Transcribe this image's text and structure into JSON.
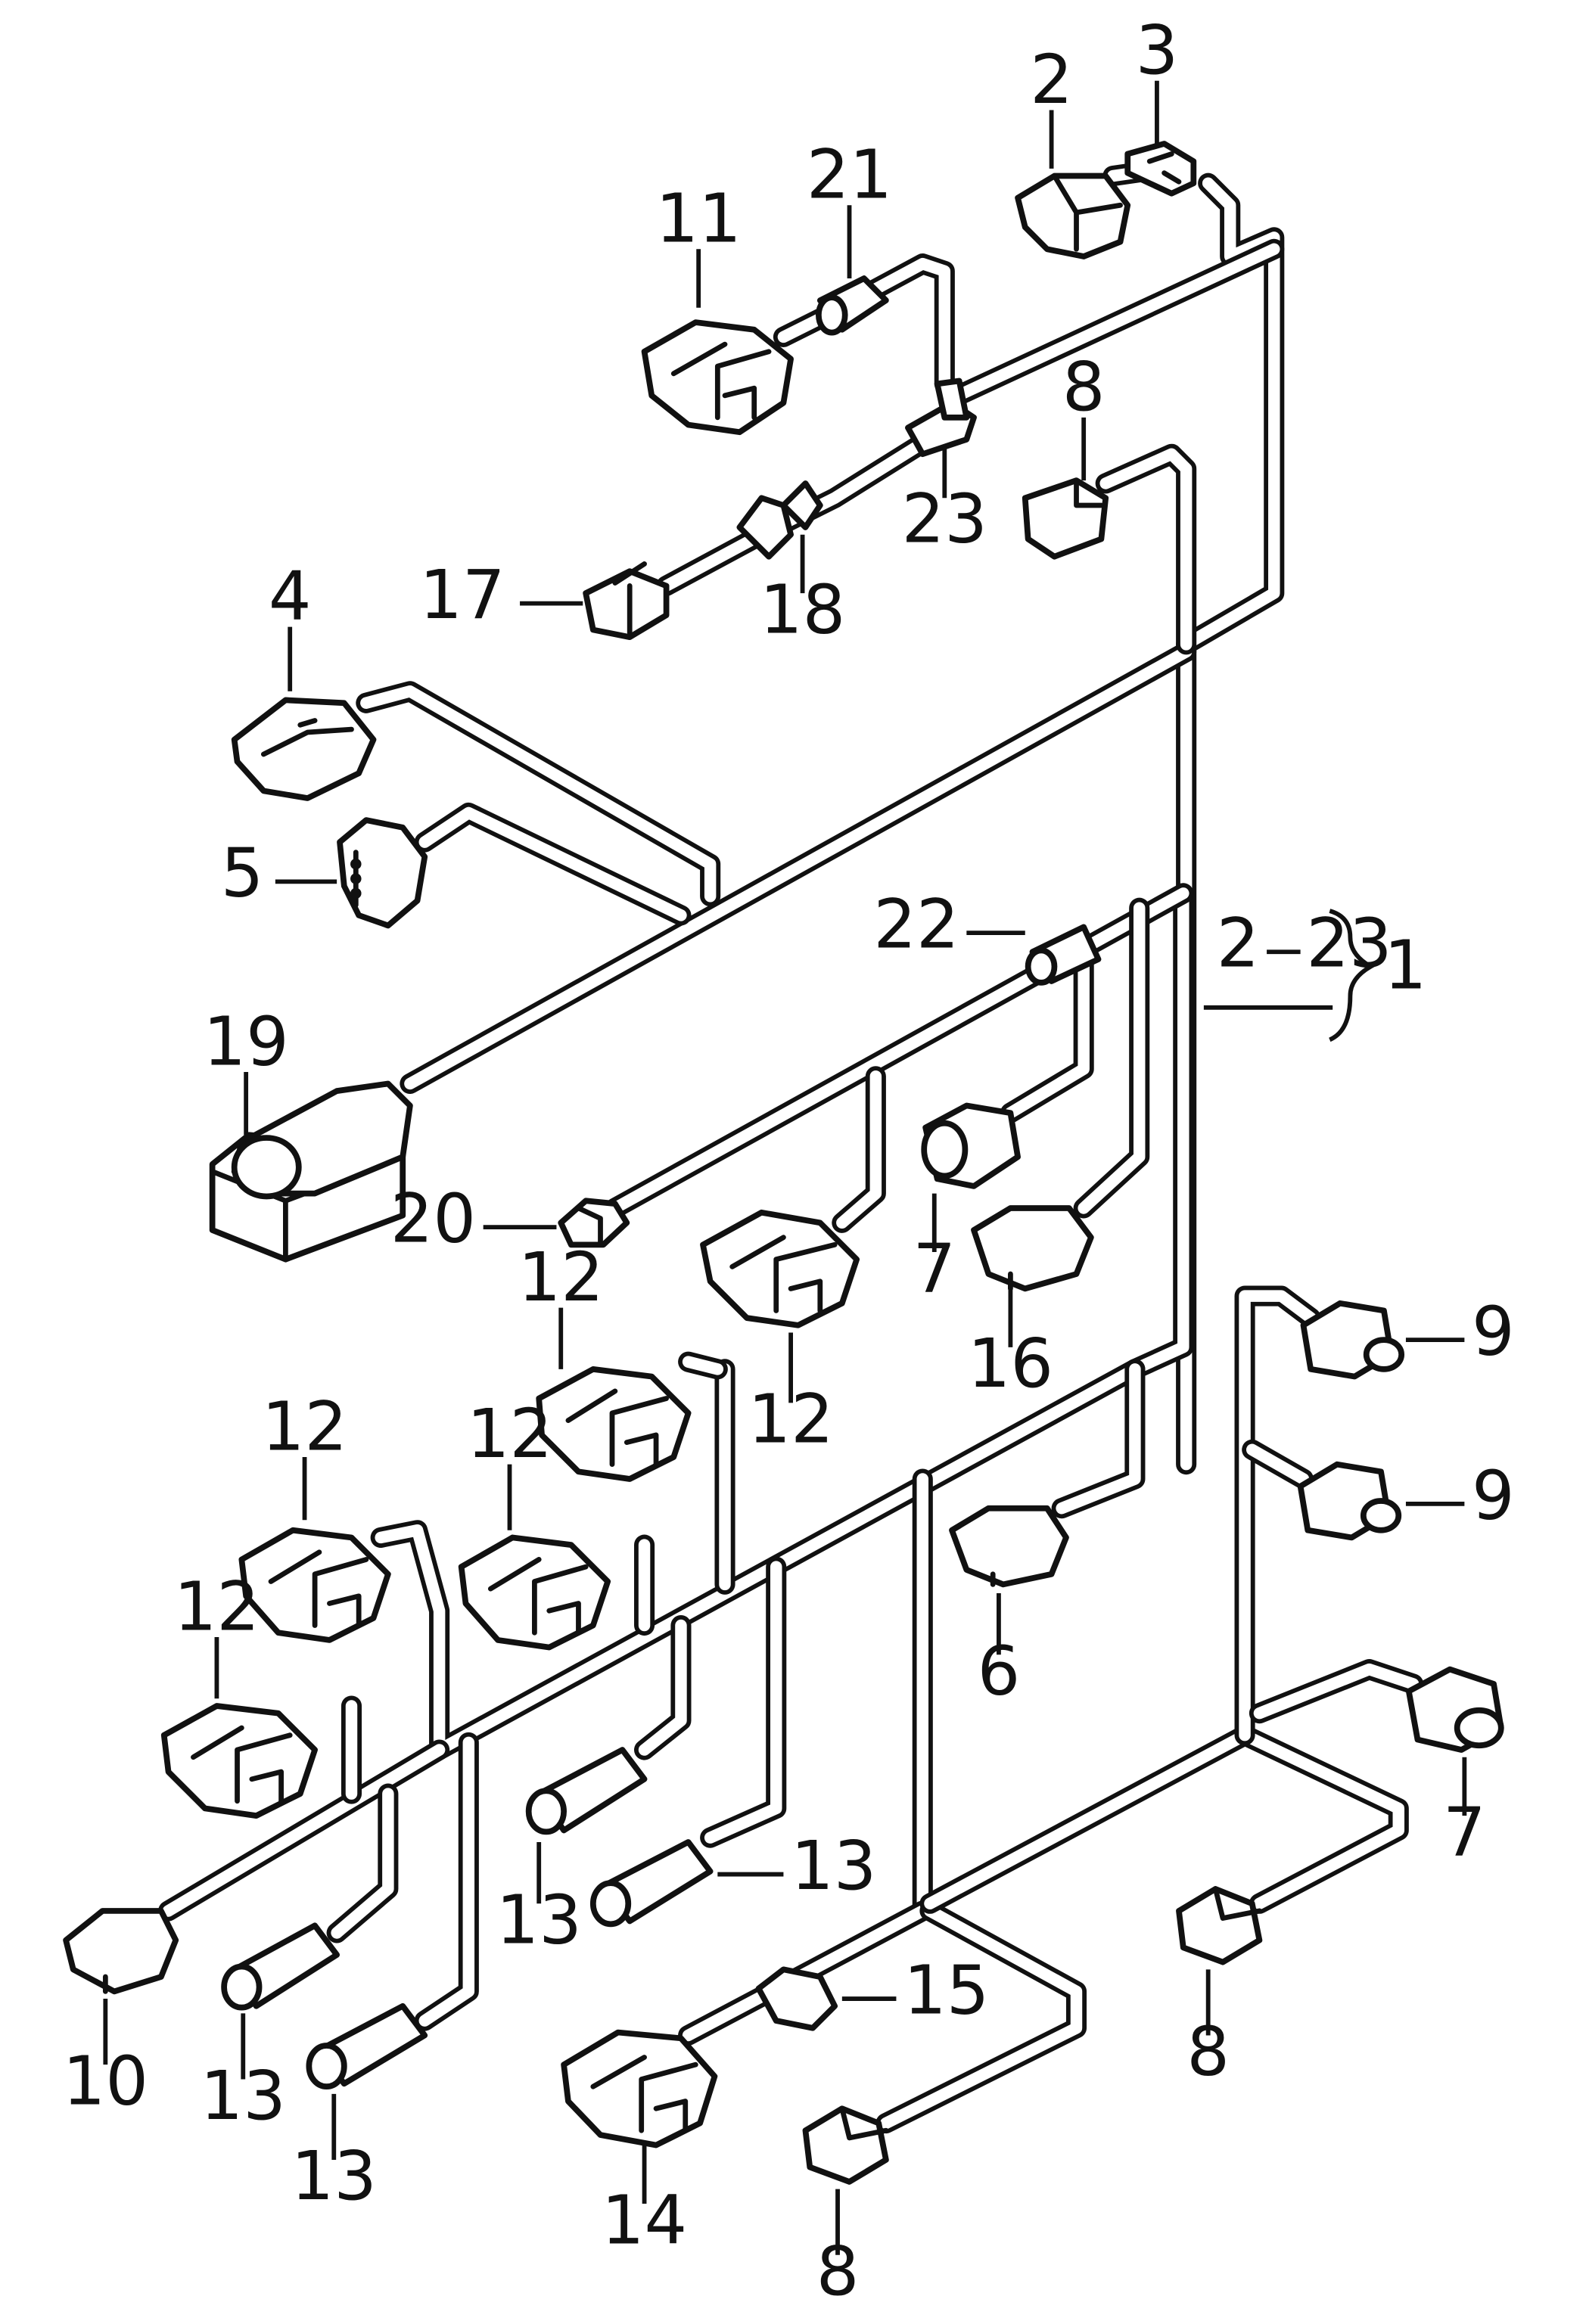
{
  "callouts": {
    "c2": "2",
    "c3": "3",
    "c21": "21",
    "c11": "11",
    "c8a": "8",
    "c23": "23",
    "c17": "17",
    "c18": "18",
    "c4": "4",
    "c5": "5",
    "c22": "22",
    "c19": "19",
    "c20": "20",
    "c7a": "7",
    "c16": "16",
    "c12a": "12",
    "c12b": "12",
    "c12c": "12",
    "c12d": "12",
    "c12e": "12",
    "c9a": "9",
    "c9b": "9",
    "c6": "6",
    "c7b": "7",
    "c13a": "13",
    "c13b": "13",
    "c13c": "13",
    "c13d": "13",
    "c10": "10",
    "c15": "15",
    "c14": "14",
    "c8b": "8",
    "c8c": "8"
  },
  "range_label": {
    "from": "2",
    "to": "23",
    "assembly": "1"
  }
}
